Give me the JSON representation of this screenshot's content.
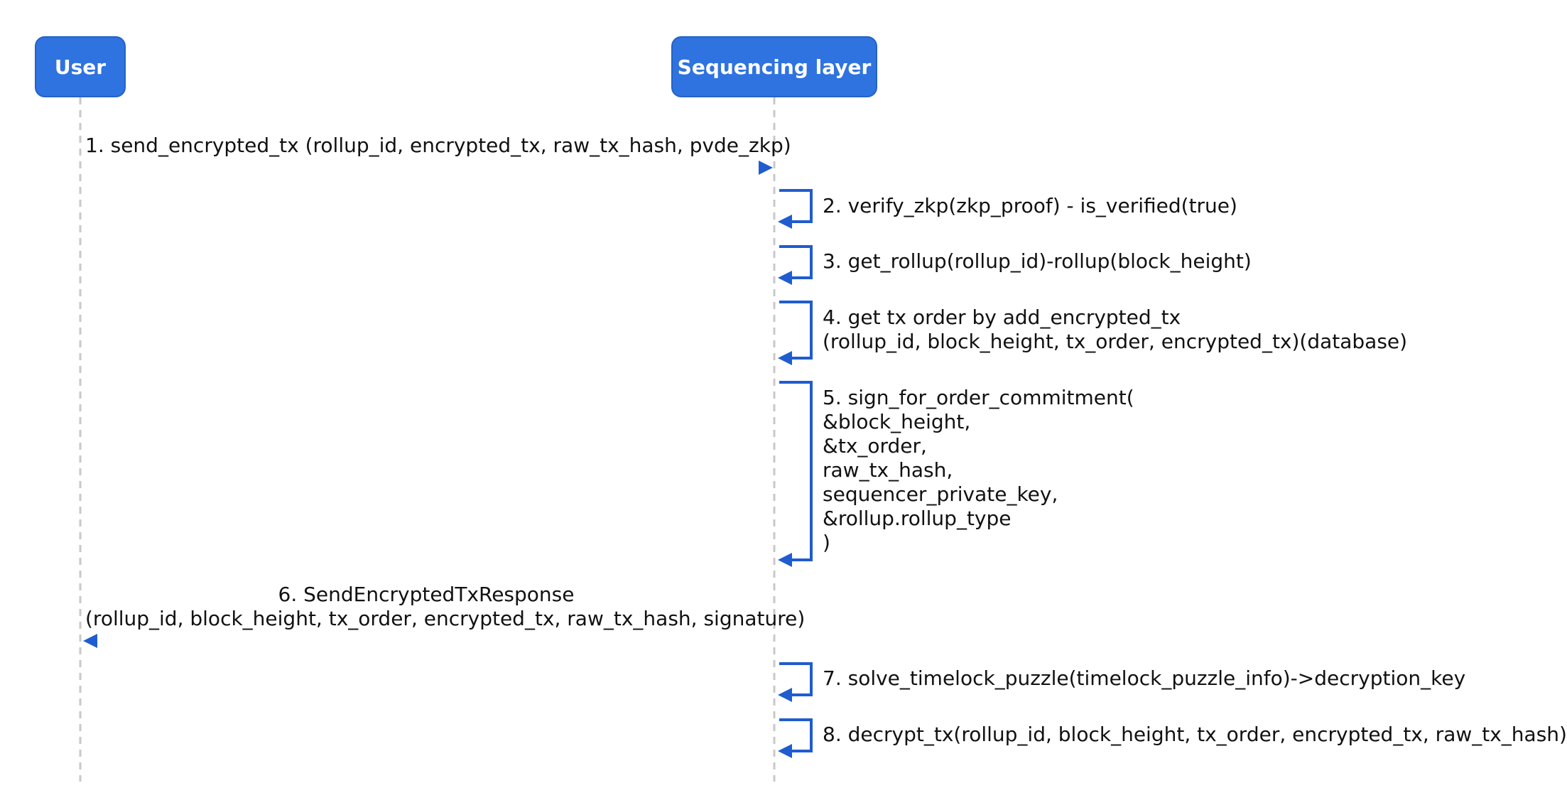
{
  "actors": {
    "user": "User",
    "sequencer": "Sequencing layer"
  },
  "colors": {
    "actor_fill": "#2f73e0",
    "arrow": "#1f5ccf",
    "lifeline": "#c8c8c8",
    "text": "#111111"
  },
  "messages": [
    {
      "text": "1. send_encrypted_tx (rollup_id, encrypted_tx, raw_tx_hash, pvde_zkp)",
      "direction": "user-to-sequencer"
    },
    {
      "text": "2. verify_zkp(zkp_proof) - is_verified(true)",
      "direction": "self"
    },
    {
      "text": "3. get_rollup(rollup_id)-rollup(block_height)",
      "direction": "self"
    },
    {
      "text": "4. get tx order by add_encrypted_tx\n(rollup_id, block_height, tx_order, encrypted_tx)(database)",
      "direction": "self"
    },
    {
      "text": "5. sign_for_order_commitment(\n&block_height,\n&tx_order,\nraw_tx_hash,\nsequencer_private_key,\n&rollup.rollup_type\n)",
      "direction": "self"
    },
    {
      "text": "6. SendEncryptedTxResponse\n(rollup_id, block_height, tx_order, encrypted_tx, raw_tx_hash, signature)",
      "direction": "sequencer-to-user"
    },
    {
      "text": "7. solve_timelock_puzzle(timelock_puzzle_info)->decryption_key",
      "direction": "self"
    },
    {
      "text": "8. decrypt_tx(rollup_id, block_height, tx_order, encrypted_tx, raw_tx_hash)",
      "direction": "self"
    }
  ]
}
